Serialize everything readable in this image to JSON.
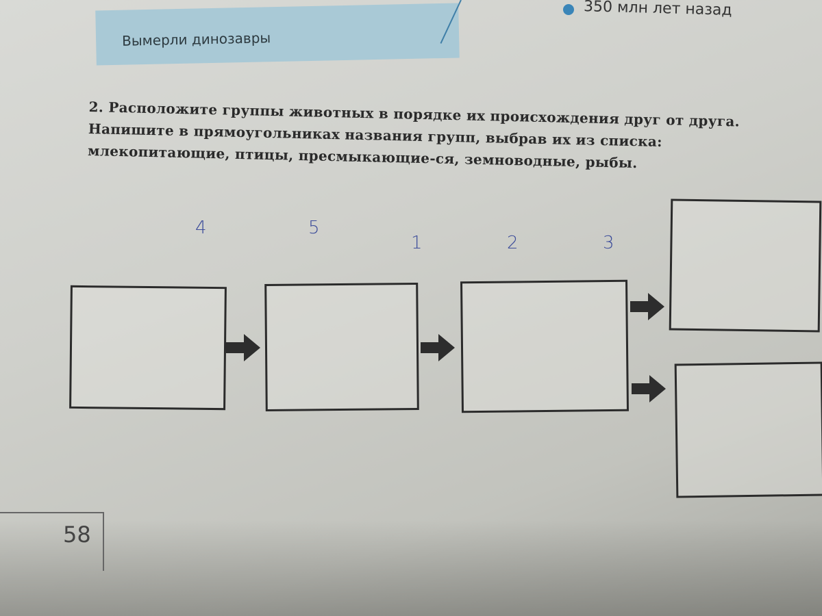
{
  "header": {
    "banner_text": "Вымерли динозавры",
    "timeline_label": "350 млн лет назад",
    "accent_color": "#a9c9d6",
    "dot_color": "#3a85b8"
  },
  "task": {
    "number": "2.",
    "text": "Расположите группы животных в порядке их происхождения друг от друга. Напишите в прямоугольниках названия групп, выбрав их из списка: млекопитающие, птицы, пресмыкающие-ся, земноводные, рыбы."
  },
  "handwritten": [
    "4",
    "5",
    "1",
    "2",
    "3"
  ],
  "page_number": "58"
}
